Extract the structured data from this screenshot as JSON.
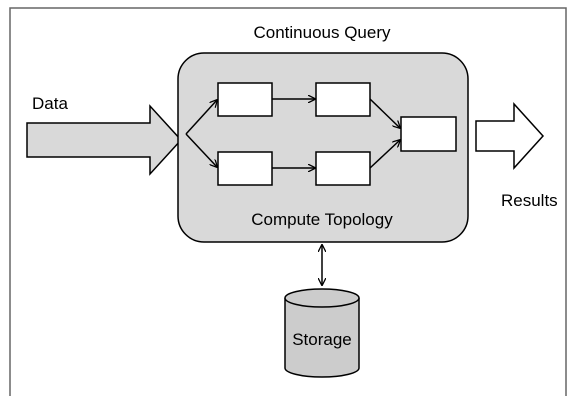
{
  "diagram": {
    "title": "Continuous Query",
    "input_label": "Data",
    "output_label": "Results",
    "topology_label": "Compute Topology",
    "storage_label": "Storage"
  },
  "colors": {
    "topology_fill": "#d9d9d9",
    "arrow_fill": "#d9d9d9",
    "storage_fill": "#cccccc",
    "box_fill": "#ffffff",
    "stroke": "#000000",
    "frame": "#666666"
  }
}
